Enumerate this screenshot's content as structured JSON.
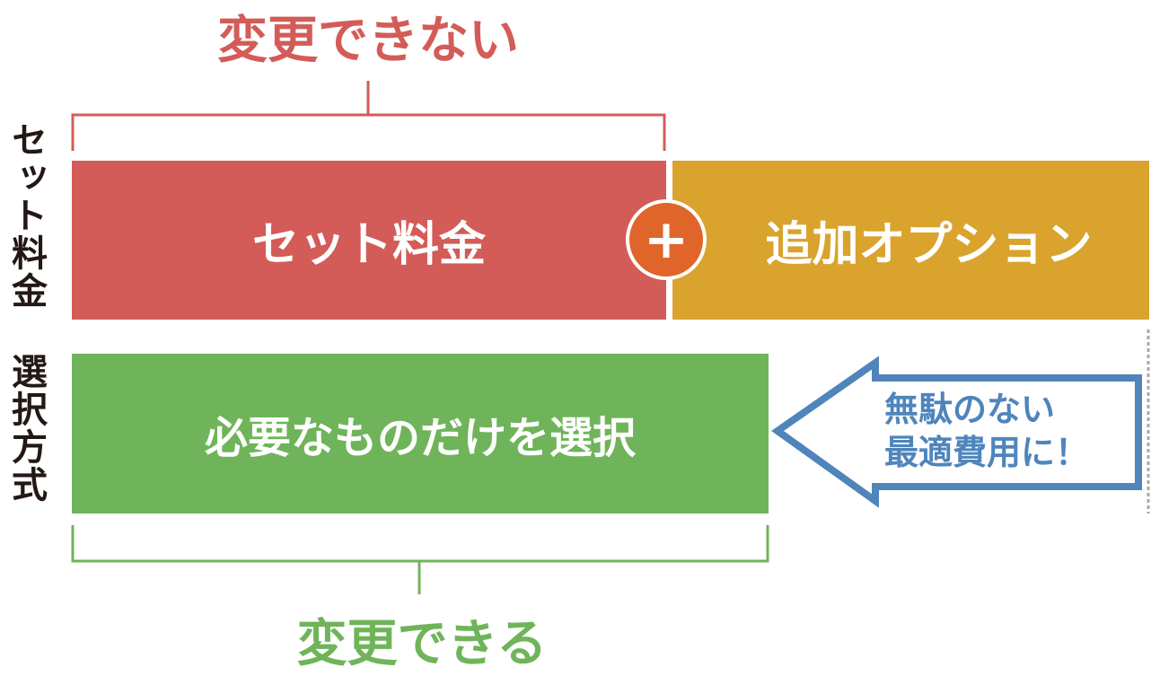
{
  "top_label": "変更できない",
  "bottom_label": "変更できる",
  "rows": [
    {
      "side_label": "セット料金",
      "main": "セット料金",
      "addon": "追加オプション",
      "plus": "+"
    },
    {
      "side_label": "選択方式",
      "main": "必要なものだけを選択"
    }
  ],
  "callout": {
    "line1": "無駄のない",
    "line2": "最適費用に！"
  },
  "colors": {
    "red": "#d35c58",
    "yellow": "#d9a32e",
    "green": "#6fb45a",
    "blue": "#4f85bb",
    "plus": "#e0652a"
  }
}
